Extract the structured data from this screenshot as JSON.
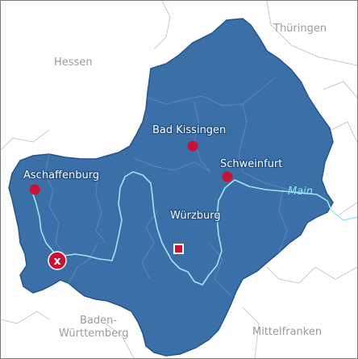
{
  "map": {
    "title": "",
    "colors": {
      "region_fill": "#3b6fa8",
      "region_edge": "#24548a",
      "district_border": "#5a86bb",
      "neighbor_border": "#c8c8c8",
      "river": "#9ee8f7",
      "city_marker": "#cc1133",
      "capital_marker": "#cc1133",
      "location_marker": "#cc1133"
    },
    "neighbors": [
      {
        "name": "Thüringen"
      },
      {
        "name": "Hessen"
      },
      {
        "name": "Baden-"
      },
      {
        "name": "Württemberg"
      },
      {
        "name": "Mittelfranken"
      }
    ],
    "cities": [
      {
        "name": "Bad Kissingen",
        "marker": "dot"
      },
      {
        "name": "Schweinfurt",
        "marker": "dot"
      },
      {
        "name": "Aschaffenburg",
        "marker": "dot"
      },
      {
        "name": "Würzburg",
        "marker": "square"
      }
    ],
    "river": {
      "name": "Main"
    },
    "location_marker": {
      "icon": "x-marker-icon",
      "glyph": "x"
    }
  }
}
